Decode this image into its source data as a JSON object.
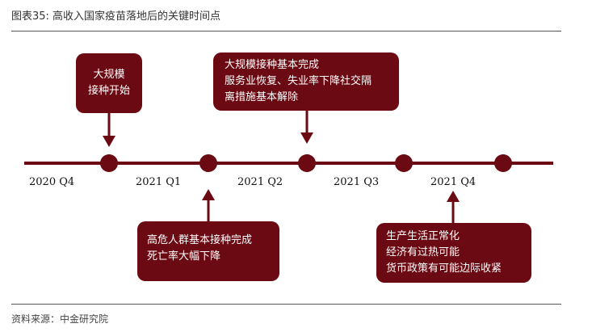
{
  "figure": {
    "title": "图表35: 高收入国家疫苗落地后的关键时间点",
    "source": "资料来源：中金研究院"
  },
  "colors": {
    "accent": "#6b0a12",
    "rule": "#555555",
    "text": "#111111"
  },
  "timeline": {
    "periods": [
      "2020 Q4",
      "2021 Q1",
      "2021 Q2",
      "2021 Q3",
      "2021 Q4"
    ],
    "callouts": [
      {
        "id": "c1",
        "lines": [
          "大规模",
          "接种开始"
        ]
      },
      {
        "id": "c2",
        "lines": [
          "大规模接种基本完成",
          "服务业恢复、失业率下降社交隔",
          "离措施基本解除"
        ]
      },
      {
        "id": "c3",
        "lines": [
          "高危人群基本接种完成",
          "死亡率大幅下降"
        ]
      },
      {
        "id": "c4",
        "lines": [
          "生产生活正常化",
          "经济有过热可能",
          "货币政策有可能边际收紧"
        ]
      }
    ]
  }
}
